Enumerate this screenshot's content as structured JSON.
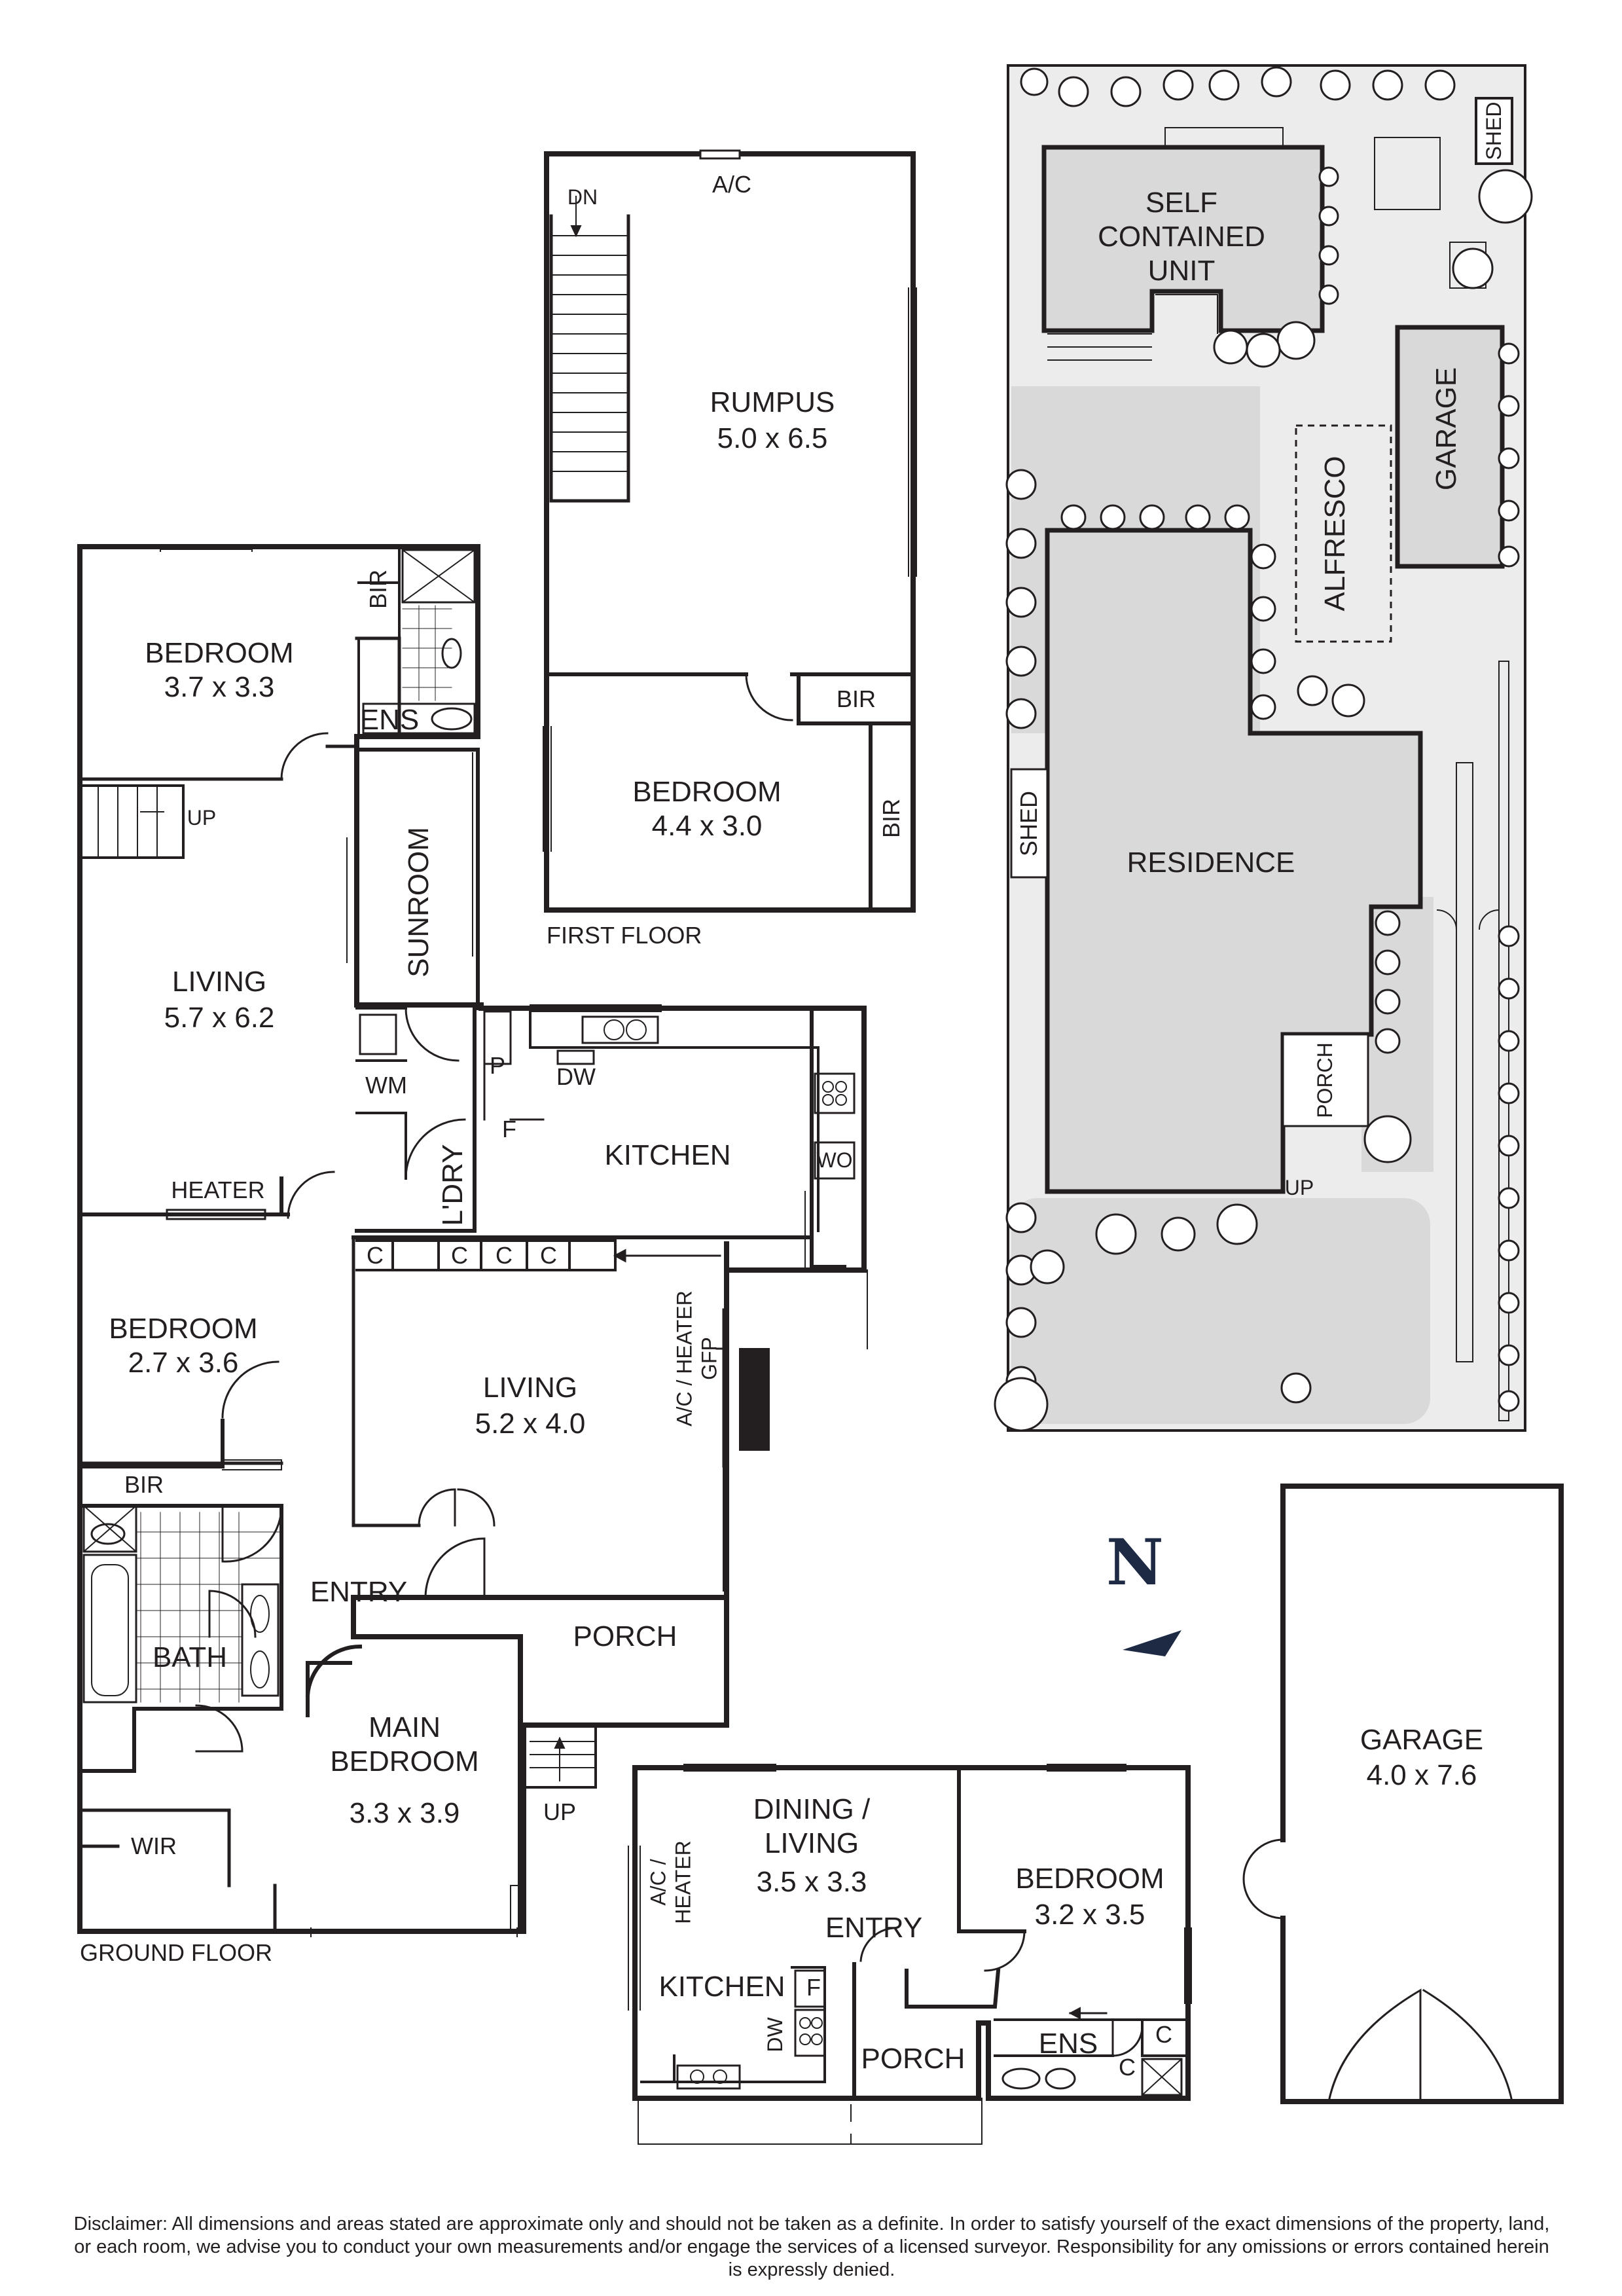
{
  "floors": {
    "ground_floor": "GROUND FLOOR",
    "first_floor": "FIRST FLOOR"
  },
  "rooms": {
    "bedroom_1": {
      "name": "BEDROOM",
      "size": "3.7 x 3.3"
    },
    "bir_1": "BIR",
    "ens_1": "ENS",
    "up_ground": "UP",
    "sunroom": "SUNROOM",
    "living_1": {
      "name": "LIVING",
      "size": "5.7 x 6.2"
    },
    "heater": "HEATER",
    "wm": "WM",
    "ldry": "L'DRY",
    "pantry": "P",
    "dw": "DW",
    "fridge": "F",
    "kitchen": "KITCHEN",
    "wo": "WO",
    "cupboards": [
      "C",
      "C",
      "C",
      "C"
    ],
    "bedroom_2": {
      "name": "BEDROOM",
      "size": "2.7 x 3.6"
    },
    "living_2": {
      "name": "LIVING",
      "size": "5.2 x 4.0"
    },
    "ac_heater_gfp": "A/C / HEATER GFP",
    "bir_2": "BIR",
    "bath": "BATH",
    "entry": "ENTRY",
    "porch": "PORCH",
    "main_bedroom": {
      "name": "MAIN BEDROOM",
      "size": "3.3 x 3.9"
    },
    "up_porch": "UP",
    "wir": "WIR",
    "rumpus": {
      "name": "RUMPUS",
      "size": "5.0 x 6.5"
    },
    "ac_first": "A/C",
    "dn": "DN",
    "bir_first_1": "BIR",
    "bir_first_2": "BIR",
    "bedroom_first": {
      "name": "BEDROOM",
      "size": "4.4 x 3.0"
    }
  },
  "unit": {
    "dining": {
      "name": "DINING / LIVING",
      "size": "3.5 x 3.3"
    },
    "ac_heater": "A/C / HEATER",
    "entry": "ENTRY",
    "bedroom": {
      "name": "BEDROOM",
      "size": "3.2 x 3.5"
    },
    "kitchen": "KITCHEN",
    "fridge": "F",
    "dw": "DW",
    "porch": "PORCH",
    "ens": "ENS",
    "c1": "C",
    "c2": "C"
  },
  "garage": {
    "name": "GARAGE",
    "size": "4.0 x 7.6"
  },
  "site": {
    "shed_top": "SHED",
    "self_contained_unit": "SELF CONTAINED UNIT",
    "garage": "GARAGE",
    "alfresco": "ALFRESCO",
    "residence": "RESIDENCE",
    "shed_side": "SHED",
    "porch": "PORCH",
    "up": "UP"
  },
  "north": "N",
  "disclaimer": "Disclaimer: All dimensions and areas stated are approximate only and should not be taken as a definite. In order to satisfy yourself of the exact dimensions of the property, land, or each room, we advise you to conduct your own measurements and/or engage the services of a licensed surveyor. Responsibility for any omissions or errors contained herein is expressly denied.",
  "colors": {
    "wall": "#231f20",
    "site_fill": "#d9d9d9",
    "site_light": "#ececec",
    "north": "#1e2a44"
  }
}
